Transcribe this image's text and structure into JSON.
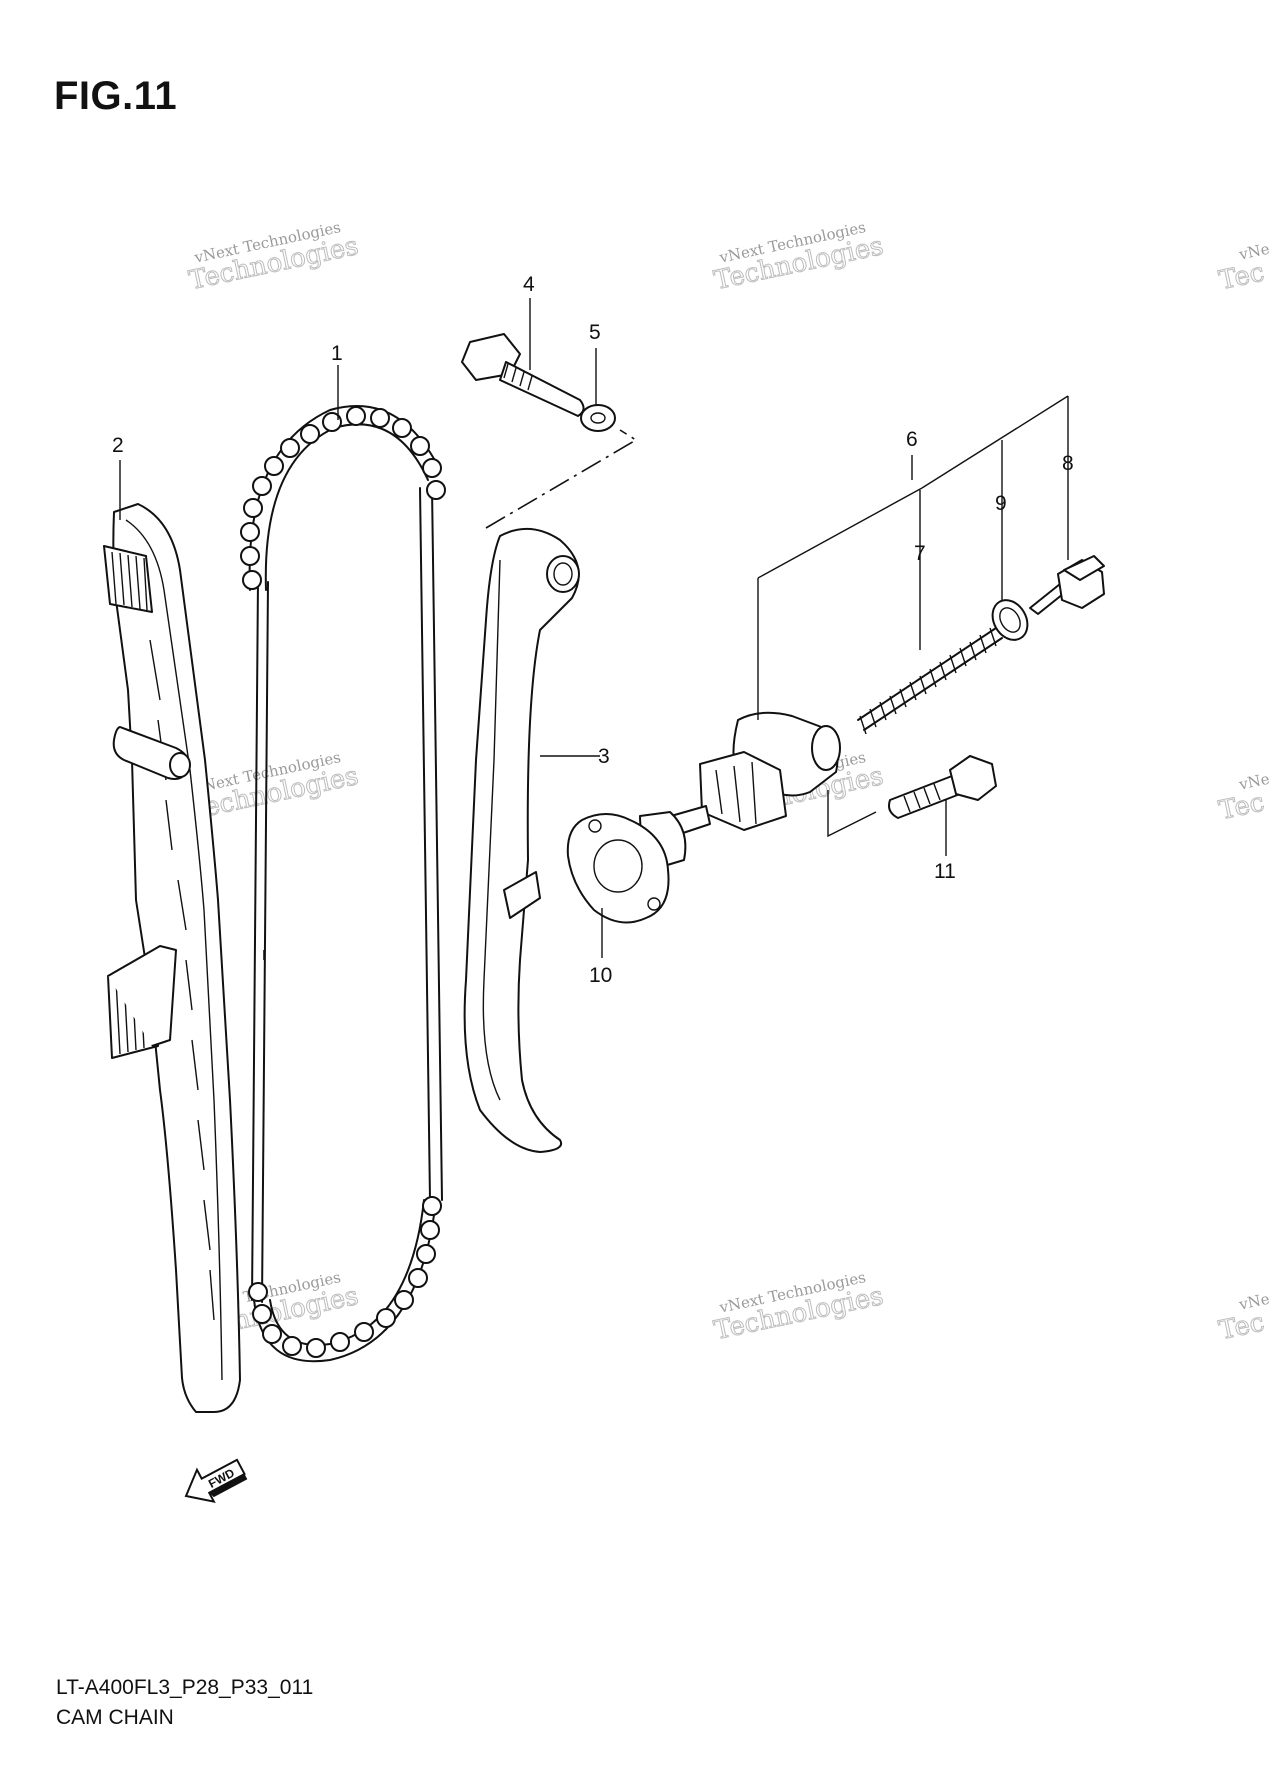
{
  "figure": {
    "title": "FIG.11",
    "footer_code": "LT-A400FL3_P28_P33_011",
    "footer_name": "CAM CHAIN"
  },
  "callouts": [
    "1",
    "2",
    "3",
    "4",
    "5",
    "6",
    "7",
    "8",
    "9",
    "10",
    "11"
  ],
  "direction_arrow": {
    "label": "FWD"
  },
  "watermark": {
    "line1": "vNext Technologies",
    "line2": "Technologies",
    "line3": "vNext"
  },
  "colors": {
    "line": "#111111",
    "watermark": "#9a9a9a",
    "background": "#ffffff"
  }
}
